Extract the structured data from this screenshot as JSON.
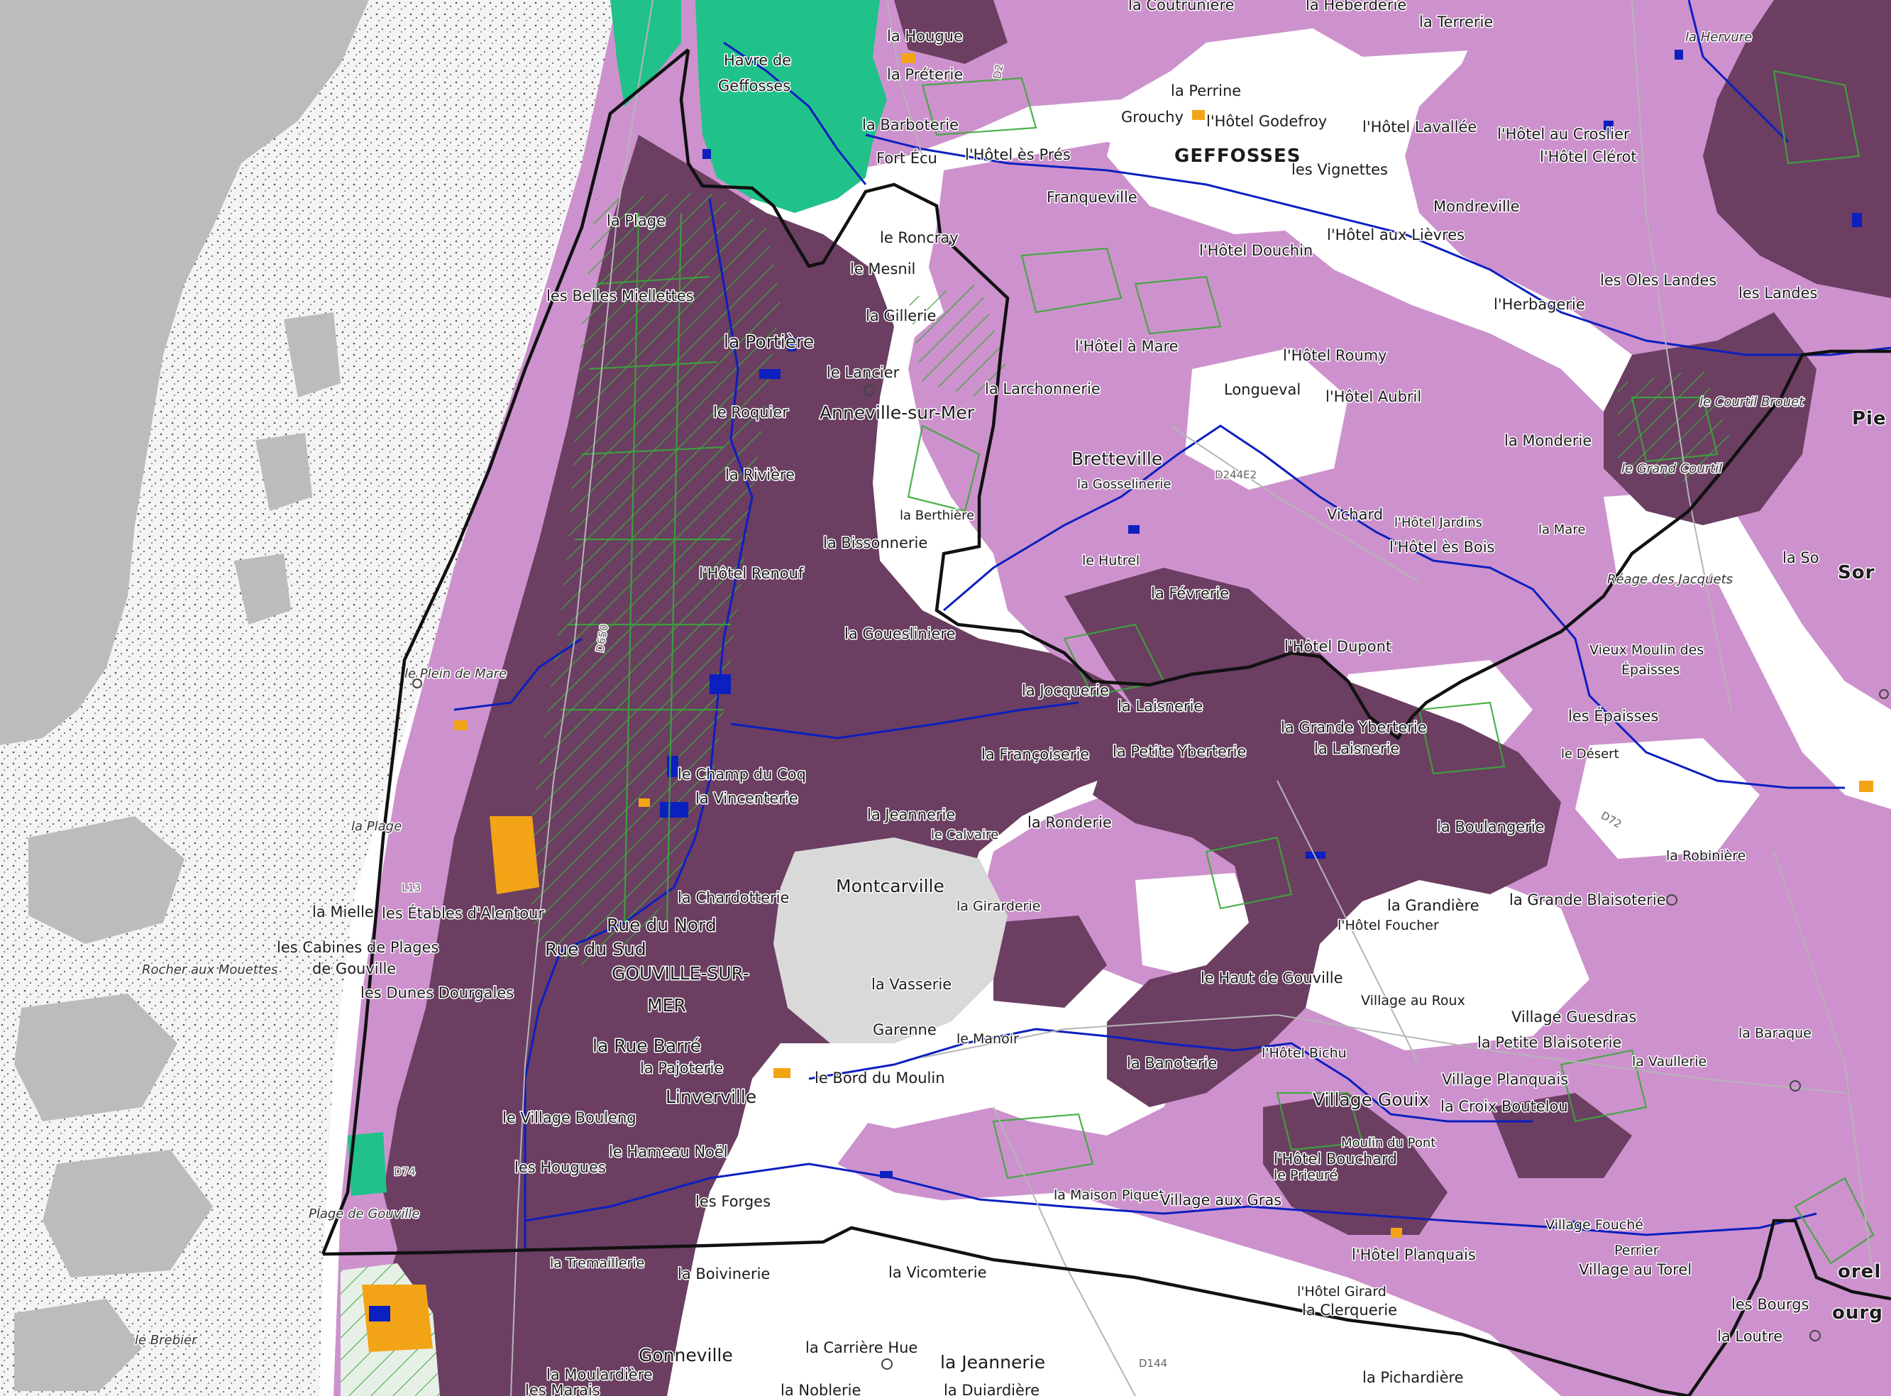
{
  "colors": {
    "sea": "#bcbcbc",
    "dunes": "#f2f2f2",
    "land": "#ffffff",
    "wetland_light": "#cd92cd",
    "wetland_dark": "#6b3e62",
    "forest_green": "#21c18a",
    "hatch_green": "#3aa838",
    "water_blue": "#0c1fbf",
    "orange_zone": "#f3a416",
    "boundary": "#111111",
    "town_grey": "#d9d9d9"
  },
  "labels": {
    "la_courtuniere": "la Coutruniere",
    "la_heberderie": "la Heberderie",
    "la_terrerie": "la Terrerie",
    "la_hervure": "la Hervure",
    "havre_de": "Havre de",
    "geffosses_havre": "Geffosses",
    "la_hougue": "la Hougue",
    "la_preterie": "la Préterie",
    "la_perrine": "la Perrine",
    "grouchy": "Grouchy",
    "hotel_godefroy": "l'Hôtel Godefroy",
    "hotel_lavallee": "l'Hôtel Lavallée",
    "hotel_au_croslier": "l'Hôtel au Croslier",
    "hotel_clerot": "l'Hôtel Clérot",
    "la_barboterie": "la Barboterie",
    "fort_ecu": "Fort Écu",
    "hotel_es_pres": "l'Hôtel ès Prés",
    "geffosses": "GEFFOSSES",
    "les_vignettes": "les Vignettes",
    "franqueville": "Franqueville",
    "mondreville": "Mondreville",
    "hotel_aux_lievres": "l'Hôtel aux Lièvres",
    "la_plage_n": "la Plage",
    "le_roncray": "le Roncray",
    "hotel_douchin": "l'Hôtel Douchin",
    "le_mesnil": "le Mesnil",
    "les_oles_landes": "les Oles Landes",
    "les_landes": "les Landes",
    "les_belles_miellettes": "les Belles Miellettes",
    "la_gillerie": "la Gillerie",
    "l_herbagerie": "l'Herbagerie",
    "la_portiere": "la Portière",
    "hotel_a_mare": "l'Hôtel à Mare",
    "hotel_roumy": "l'Hôtel Roumy",
    "le_courtil_brouet": "le Courtil Brouet",
    "le_lancier": "le Lancier",
    "la_larchonnerie": "la Larchonnerie",
    "longueval": "Longueval",
    "hotel_aubril": "l'Hôtel Aubril",
    "pirou_frag": "Pie",
    "le_roquier": "le Roquier",
    "anneville": "Anneville-sur-Mer",
    "la_monderie": "la Monderie",
    "le_grand_courtil": "le Grand Courtil",
    "bretteville": "Bretteville",
    "la_gosselinerie": "la Gosselinerie",
    "la_riviere": "la Rivière",
    "vichard": "Vichard",
    "hotel_jardins": "l'Hôtel Jardins",
    "la_mare": "la Mare",
    "la_berthiere": "la Berthière",
    "la_bissonnerie": "la Bissonnerie",
    "hotel_es_bois": "l'Hôtel ès Bois",
    "le_hutrel": "le Hutrel",
    "la_so": "la So",
    "sor_frag": "Sor",
    "hotel_renouf": "l'Hôtel Renouf",
    "la_fevrerie": "la Févrerie",
    "reage_des_jacquets": "Réage des Jacquets",
    "la_gouesliniere": "la Gouesliniere",
    "hotel_dupont": "l'Hôtel Dupont",
    "vieux_moulin": "Vieux Moulin des",
    "epaisses_1": "Épaisses",
    "le_plein_de_mare": "le Plein de Mare",
    "la_jocquerie": "la Jocquerie",
    "la_laisnerie": "la Laisnerie",
    "la_grande_yberterie": "la Grande Yberterie",
    "la_laisnerie_2": "la Laisnerie",
    "les_epaisses": "les Épaisses",
    "la_francoiserie": "la Françoiserie",
    "la_petite_yberterie": "la Petite Yberterie",
    "le_desert": "le Désert",
    "le_champ_du_coq": "le Champ du Coq",
    "la_vincenterie": "la Vincenterie",
    "la_plage_s": "la Plage",
    "la_jeannerie": "la Jeannerie",
    "le_calvaire": "le Calvaire",
    "la_ronderie": "la Ronderie",
    "la_boulangerie": "la Boulangerie",
    "la_robiniere": "la Robinière",
    "montcarville": "Montcarville",
    "la_girarderie": "la Girarderie",
    "la_chardotterie": "la Chardotterie",
    "la_grandiere": "la Grandière",
    "la_grande_blaisoterie": "la Grande Blaisoterie",
    "la_mielle": "la Mielle",
    "les_etables": "les Étables d'Alentour",
    "hotel_foucher": "l'Hôtel Foucher",
    "rue_du_nord": "Rue du Nord",
    "les_cabines": "les Cabines de Plages",
    "de_gouville": "de Gouville",
    "rue_du_sud": "Rue du Sud",
    "rocher_aux_mouettes": "Rocher aux Mouettes",
    "gouville_1": "GOUVILLE-SUR-",
    "gouville_2": "MER",
    "le_haut_de_gouville": "le Haut de Gouville",
    "la_vasserie": "la Vasserie",
    "les_dunes_dourgales": "les Dunes Dourgales",
    "village_au_roux": "Village au Roux",
    "village_guesdras": "Village Guesdras",
    "garenne": "Garenne",
    "le_manoir": "le Manoir",
    "la_baraque": "la Baraque",
    "la_petite_blaisoterie": "la Petite Blaisoterie",
    "la_rue_barre": "la Rue Barré",
    "hotel_bichu": "l'Hôtel Bichu",
    "la_vaullerie": "la Vaullerie",
    "la_pajoterie": "la Pajoterie",
    "le_bord_du_moulin": "le Bord du Moulin",
    "la_banoterie": "la Banoterie",
    "village_planquais": "Village Planquais",
    "linverville": "Linverville",
    "village_gouix": "Village Gouix",
    "la_croix_boutelou": "la Croix Boutelou",
    "le_village_bouleng": "le Village Bouleng",
    "moulin_du_pont": "Moulin du Pont",
    "le_hameau_noel": "le Hameau Noël",
    "hotel_bouchard": "l'Hôtel Bouchard",
    "les_hougues": "les Hougues",
    "le_prieure": "le Prieuré",
    "la_maison_piquet": "la Maison Piquet",
    "village_aux_gras": "Village aux Gras",
    "plage_de_gouville": "Plage de Gouville",
    "les_forges": "les Forges",
    "village_fouche": "Village Fouché",
    "perrier": "Perrier",
    "hotel_planquais": "l'Hôtel Planquais",
    "village_au_torel": "Village au Torel",
    "torel_frag": "orel",
    "la_tremaillerie": "la Tremaillerie",
    "la_boivinerie": "la Boivinerie",
    "la_vicomterie": "la Vicomterie",
    "hotel_girard": "l'Hôtel Girard",
    "la_clerquerie": "la Clerquerie",
    "les_bourgs": "les Bourgs",
    "bourg_frag": "ourg",
    "le_brebier": "le Brebier",
    "la_carriere_hue": "la Carrière Hue",
    "la_loutre": "la Loutre",
    "gonneville": "Gonneville",
    "la_jeannerie_s": "la Jeannerie",
    "la_moulardiere": "la Moulardière",
    "les_marais": "les Marais",
    "la_noblerie": "la Noblerie",
    "la_duiardiere": "la Duiardière",
    "la_pichardiere": "la Pichardière",
    "road_d650": "D650",
    "road_d244": "D244E2",
    "road_d144": "D144",
    "road_d72": "D72",
    "road_d2": "D2",
    "road_l13": "L13",
    "road_d74": "D74"
  }
}
